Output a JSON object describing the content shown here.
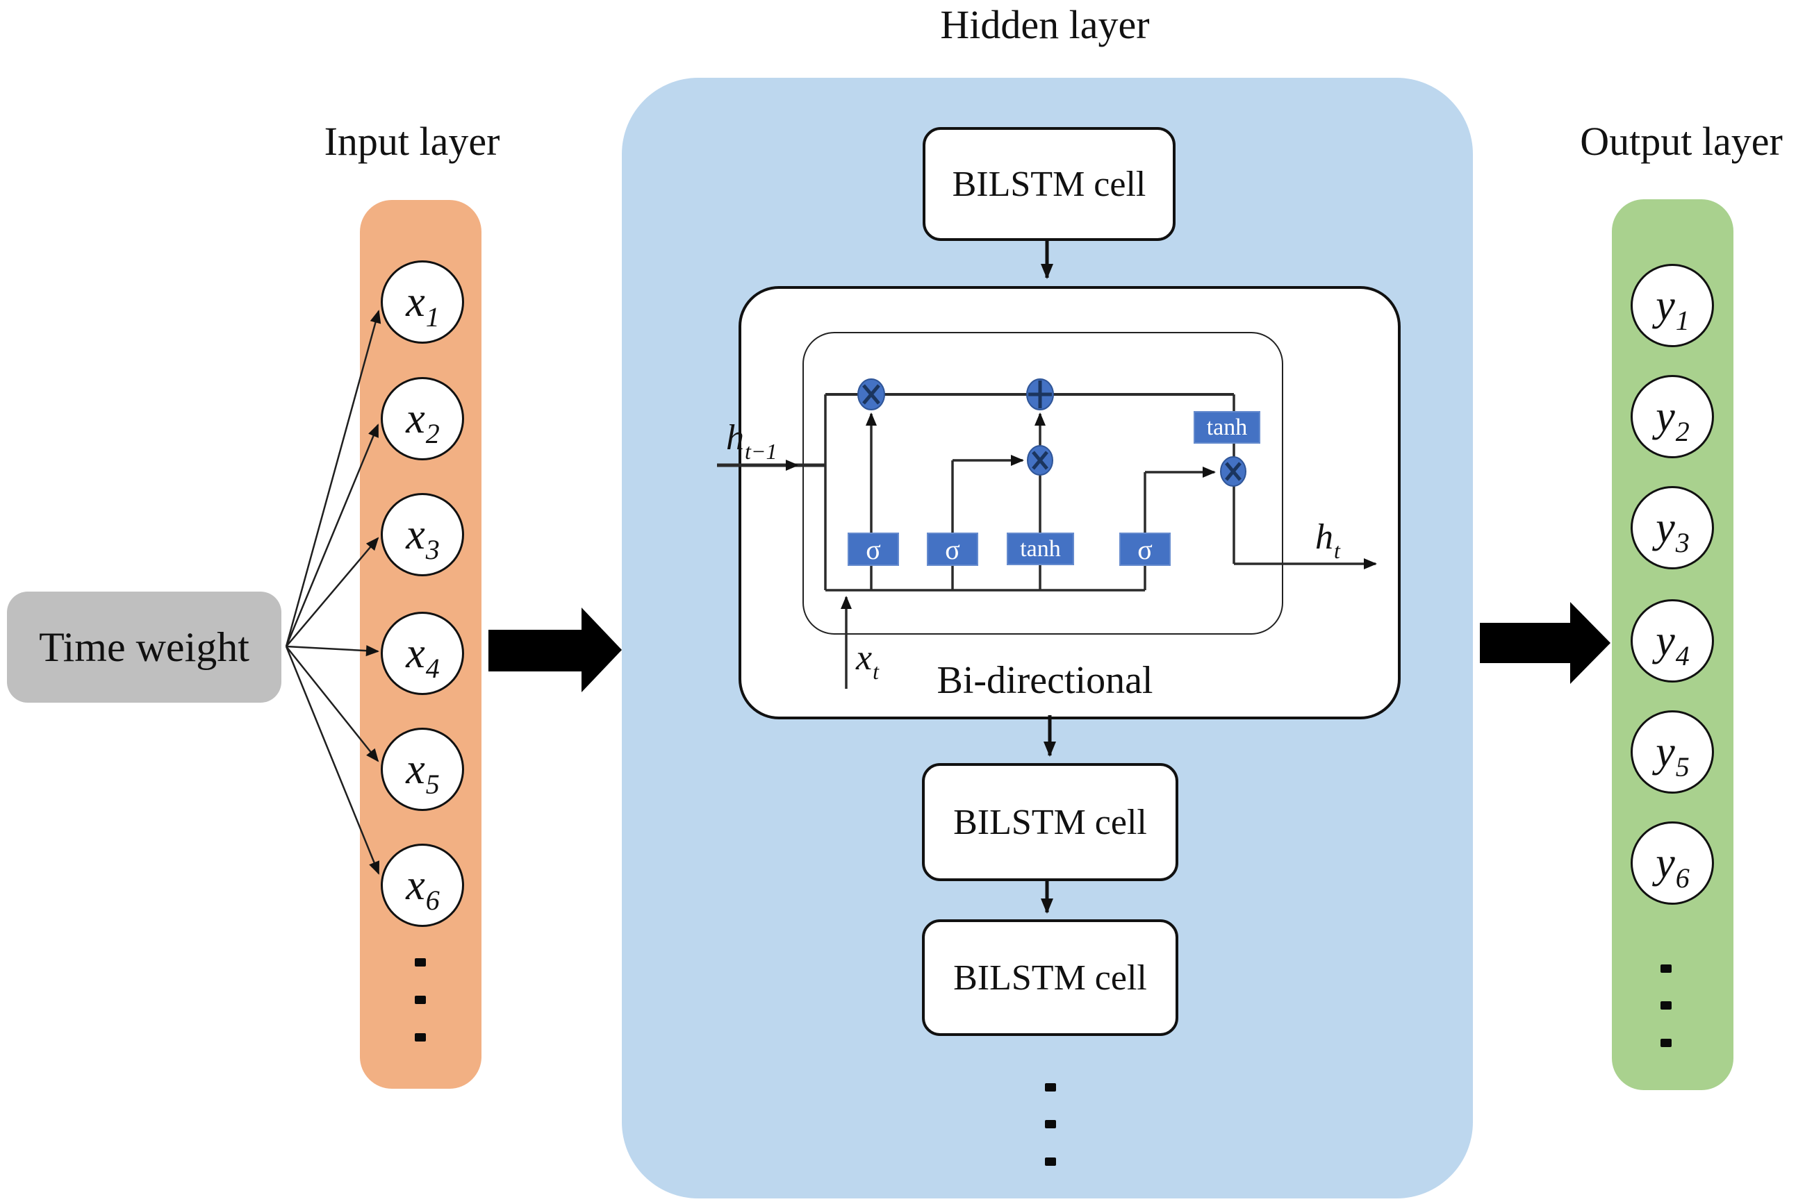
{
  "titles": {
    "input": "Input layer",
    "hidden": "Hidden layer",
    "output": "Output layer"
  },
  "time_weight": {
    "label": "Time weight"
  },
  "input_layer": {
    "nodes": [
      {
        "base": "x",
        "sub": "1"
      },
      {
        "base": "x",
        "sub": "2"
      },
      {
        "base": "x",
        "sub": "3"
      },
      {
        "base": "x",
        "sub": "4"
      },
      {
        "base": "x",
        "sub": "5"
      },
      {
        "base": "x",
        "sub": "6"
      }
    ]
  },
  "hidden_layer": {
    "cells": {
      "top": "BILSTM cell",
      "middle": "BILSTM cell",
      "bottom": "BILSTM cell"
    },
    "bidirectional_label": "Bi-directional",
    "lstm": {
      "gate_sigma_1": "σ",
      "gate_sigma_2": "σ",
      "gate_tanh": "tanh",
      "gate_sigma_3": "σ",
      "tanh_output": "tanh",
      "h_prev_base": "h",
      "h_prev_sub": "t−1",
      "x_input_base": "x",
      "x_input_sub": "t",
      "h_out_base": "h",
      "h_out_sub": "t"
    }
  },
  "output_layer": {
    "nodes": [
      {
        "base": "y",
        "sub": "1"
      },
      {
        "base": "y",
        "sub": "2"
      },
      {
        "base": "y",
        "sub": "3"
      },
      {
        "base": "y",
        "sub": "4"
      },
      {
        "base": "y",
        "sub": "5"
      },
      {
        "base": "y",
        "sub": "6"
      }
    ]
  },
  "colors": {
    "orange": "#F2B083",
    "blue": "#BDD7EE",
    "green": "#A9D18E",
    "gray": "#BFBFBF",
    "accent": "#4472C4",
    "accent_dark": "#2F5597"
  }
}
